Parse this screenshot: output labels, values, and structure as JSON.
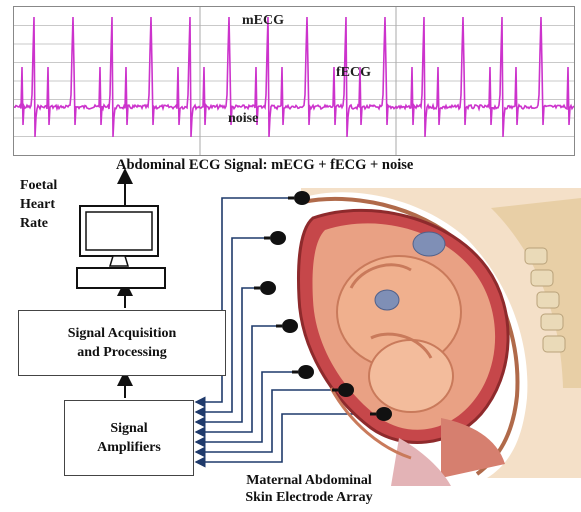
{
  "ecg": {
    "mecg_label": "mECG",
    "fecg_label": "fECG",
    "noise_label": "noise",
    "caption": "Abdominal ECG Signal: mECG + fECG + noise",
    "trace_color": "#cc33cc"
  },
  "output": {
    "line1": "Foetal",
    "line2": "Heart",
    "line3": "Rate"
  },
  "blocks": {
    "acquisition_line1": "Signal Acquisition",
    "acquisition_line2": "and Processing",
    "amplifiers_line1": "Signal",
    "amplifiers_line2": "Amplifiers"
  },
  "electrodes": {
    "label_line1": "Maternal Abdominal",
    "label_line2": "Skin Electrode Array",
    "count": 7,
    "wire_color": "#1f3a6b"
  },
  "icons": {
    "monitor": "computer-monitor-icon",
    "anatomy": "pregnant-abdomen-cross-section-illustration"
  }
}
